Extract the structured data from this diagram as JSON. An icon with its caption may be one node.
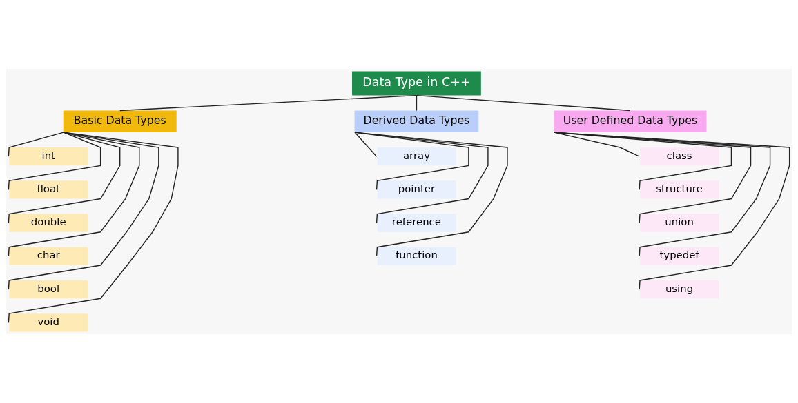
{
  "diagram": {
    "nodes": [
      {
        "text": [
          "Data Type in C++"
        ]
      },
      {
        "text": [
          "Basic Data Types"
        ]
      },
      {
        "text": [
          "Derived Data Types"
        ]
      },
      {
        "text": [
          "User Defined Data Types"
        ]
      },
      {
        "text": [
          "int"
        ]
      },
      {
        "text": [
          "float"
        ]
      },
      {
        "text": [
          "double"
        ]
      },
      {
        "text": [
          "char"
        ]
      },
      {
        "text": [
          "bool"
        ]
      },
      {
        "text": [
          "void"
        ]
      },
      {
        "text": [
          "array"
        ]
      },
      {
        "text": [
          "pointer"
        ]
      },
      {
        "text": [
          "reference"
        ]
      },
      {
        "text": [
          "function"
        ]
      },
      {
        "text": [
          "class"
        ]
      },
      {
        "text": [
          "structure"
        ]
      },
      {
        "text": [
          "union"
        ]
      },
      {
        "text": [
          "typedef"
        ]
      },
      {
        "text": [
          "using"
        ]
      }
    ],
    "edges": [
      {
        "from": 0,
        "to": 1,
        "arrow": "none"
      },
      {
        "from": 0,
        "to": 2,
        "arrow": "none"
      },
      {
        "from": 0,
        "to": 3,
        "arrow": "none"
      },
      {
        "from": 1,
        "to": 4,
        "arrow": "none"
      },
      {
        "from": 1,
        "to": 5,
        "arrow": "none"
      },
      {
        "from": 1,
        "to": 6,
        "arrow": "none"
      },
      {
        "from": 1,
        "to": 7,
        "arrow": "none"
      },
      {
        "from": 1,
        "to": 8,
        "arrow": "none"
      },
      {
        "from": 1,
        "to": 9,
        "arrow": "none"
      },
      {
        "from": 2,
        "to": 10,
        "arrow": "none"
      },
      {
        "from": 2,
        "to": 11,
        "arrow": "none"
      },
      {
        "from": 2,
        "to": 12,
        "arrow": "none"
      },
      {
        "from": 2,
        "to": 13,
        "arrow": "none"
      },
      {
        "from": 3,
        "to": 14,
        "arrow": "none"
      },
      {
        "from": 3,
        "to": 15,
        "arrow": "none"
      },
      {
        "from": 3,
        "to": 16,
        "arrow": "none"
      },
      {
        "from": 3,
        "to": 17,
        "arrow": "none"
      },
      {
        "from": 3,
        "to": 18,
        "arrow": "none"
      }
    ]
  }
}
